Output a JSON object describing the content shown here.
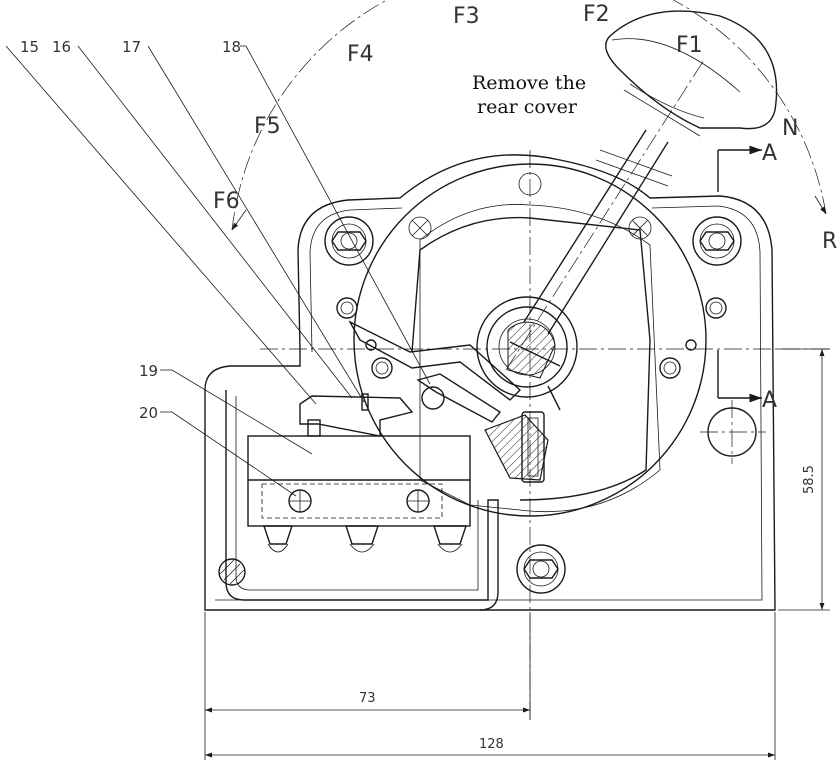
{
  "note": {
    "line1": "Remove the",
    "line2": "rear cover"
  },
  "positions": {
    "f1": "F1",
    "f2": "F2",
    "f3": "F3",
    "f4": "F4",
    "f5": "F5",
    "f6": "F6",
    "n": "N",
    "r": "R"
  },
  "section": {
    "top": "A",
    "bottom": "A"
  },
  "callouts": {
    "c15": "15",
    "c16": "16",
    "c17": "17",
    "c18": "18",
    "c19": "19",
    "c20": "20"
  },
  "dimensions": {
    "d73": "73",
    "d128": "128",
    "d585": "58.5"
  }
}
